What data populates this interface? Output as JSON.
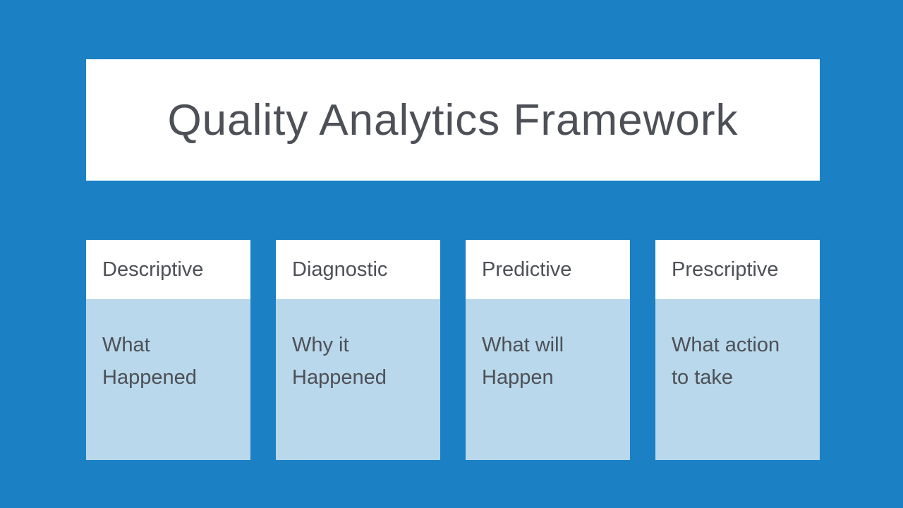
{
  "title": "Quality Analytics Framework",
  "cards": [
    {
      "header": "Descriptive",
      "body": "What\nHappened"
    },
    {
      "header": "Diagnostic",
      "body": "Why it\nHappened"
    },
    {
      "header": "Predictive",
      "body": "What will\nHappen"
    },
    {
      "header": "Prescriptive",
      "body": "What action\nto take"
    }
  ],
  "colors": {
    "slide_bg": "#1b80c4",
    "card_body_bg": "#b9d8ec",
    "panel_bg": "#ffffff",
    "text_color": "#4d5056"
  }
}
